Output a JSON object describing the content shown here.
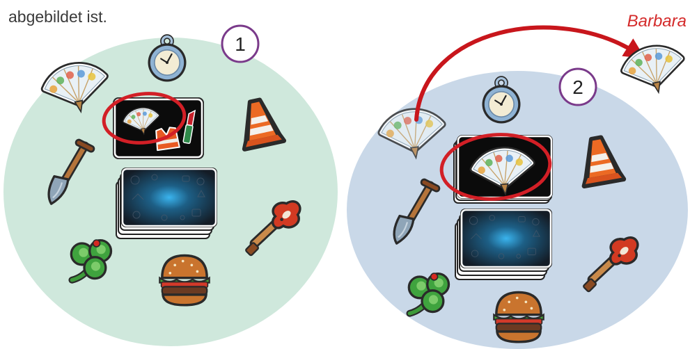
{
  "caption": "abgebildet ist.",
  "player_name": "Barbara",
  "scenes": [
    {
      "step": "1",
      "background": "#cfe8dc",
      "tokens": [
        "pocket-watch-icon",
        "fan-icon",
        "traffic-cone-icon",
        "shovel-icon",
        "guitar-icon",
        "clover-icon",
        "burger-icon"
      ],
      "card_icons": [
        "fan-icon",
        "safety-vest-icon",
        "lipstick-icon"
      ],
      "highlighted_icon": "fan-icon"
    },
    {
      "step": "2",
      "background": "#c9d8e8",
      "tokens": [
        "pocket-watch-icon",
        "fan-icon",
        "traffic-cone-icon",
        "shovel-icon",
        "guitar-icon",
        "clover-icon",
        "burger-icon"
      ],
      "card_icons": [
        "fan-icon"
      ],
      "highlighted_icon": "fan-icon",
      "passed_token": "fan-icon"
    }
  ],
  "colors": {
    "highlight": "#d21f26",
    "arrow": "#c8161c",
    "badge_border": "#7a3a8a",
    "player_label": "#d42a2a"
  }
}
